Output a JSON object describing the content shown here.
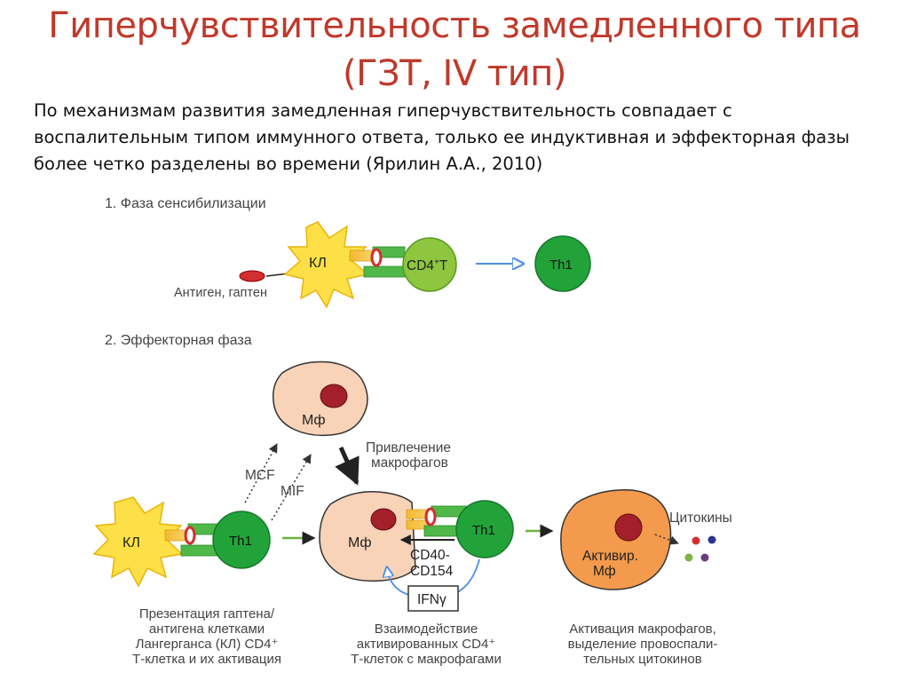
{
  "title": {
    "line1": "Гиперчувствительность замедленного типа",
    "line2": "(ГЗТ, IV тип)"
  },
  "intro": {
    "line1": "По механизмам развития замедленная гиперчувствительность совпадает  с",
    "line2": "воспалительным типом иммунного ответа, только ее индуктивная и эффекторная фазы",
    "line3": "более четко разделены во времени (Ярилин А.А., 2010)"
  },
  "phase1": {
    "heading": "1. Фаза сенсибилизации",
    "kl_label": "КЛ",
    "cd4_label_base": "CD4",
    "cd4_label_sup": "+",
    "cd4_label_end": "T",
    "th1_label": "Th1",
    "antigen_label": "Антиген, гаптен"
  },
  "phase2": {
    "heading": "2. Эффекторная фаза",
    "mf_top_label": "Мф",
    "mcf_label": "MCF",
    "mif_label": "MIF",
    "recruit_line1": "Привлечение",
    "recruit_line2": "макрофагов",
    "kl_label": "КЛ",
    "th1_left_label": "Th1",
    "mf_mid_label": "Мф",
    "th1_mid_label": "Th1",
    "cd40_line1": "CD40-",
    "cd40_line2": "CD154",
    "ifn_label": "IFNγ",
    "mf_active_line1": "Активир.",
    "mf_active_line2": "Мф",
    "cytokines_label": "Цитокины",
    "caption_left": [
      "Презентация гаптена/",
      "антигена клетками",
      "Лангерганса (КЛ) CD4⁺",
      "Т-клетка и их активация"
    ],
    "caption_mid": [
      "Взаимодействие",
      "активированных CD4⁺",
      "Т-клеток с макрофагами"
    ],
    "caption_right": [
      "Активация макрофагов,",
      "выделение провоспали-",
      "тельных цитокинов"
    ]
  },
  "colors": {
    "title": "#c0392b",
    "kl_star": "#fde047",
    "kl_star_stroke": "#eab308",
    "t_cell": "#22a33a",
    "cd4_cell": "#8ec63f",
    "macrophage": "#f9d3b8",
    "macrophage_active": "#f39a4d",
    "nucleus": "#a3202a",
    "receptor_green": "#4fb848",
    "receptor_yellow": "#f5b82e",
    "antigen": "#d32f2f",
    "arrow_green": "#6db33f",
    "arrow_blue": "#4a90e2"
  }
}
